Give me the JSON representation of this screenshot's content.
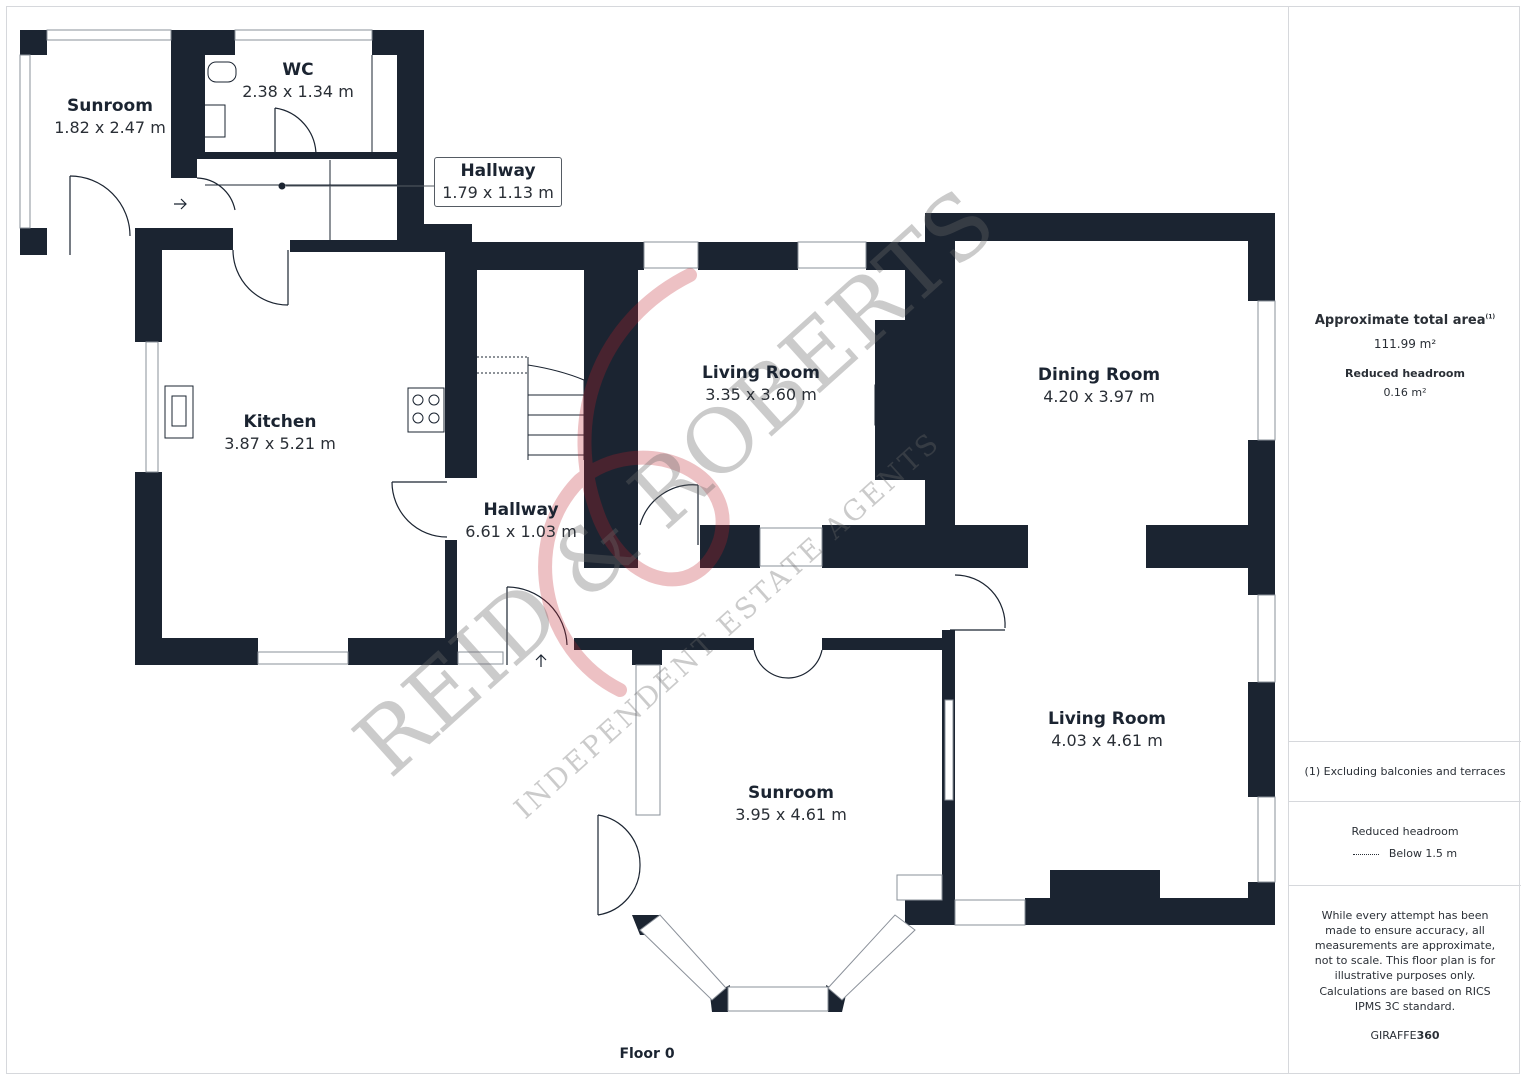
{
  "rooms": {
    "sunroom_small": {
      "name": "Sunroom",
      "dim": "1.82 x 2.47 m"
    },
    "wc": {
      "name": "WC",
      "dim": "2.38 x 1.34 m"
    },
    "hallway_small": {
      "name": "Hallway",
      "dim": "1.79 x 1.13 m"
    },
    "kitchen": {
      "name": "Kitchen",
      "dim": "3.87 x 5.21 m"
    },
    "living_room_1": {
      "name": "Living Room",
      "dim": "3.35 x 3.60 m"
    },
    "dining_room": {
      "name": "Dining Room",
      "dim": "4.20 x 3.97 m"
    },
    "hallway_main": {
      "name": "Hallway",
      "dim": "6.61 x 1.03 m"
    },
    "sunroom_large": {
      "name": "Sunroom",
      "dim": "3.95 x 4.61 m"
    },
    "living_room_2": {
      "name": "Living Room",
      "dim": "4.03 x 4.61 m"
    }
  },
  "floor_label": "Floor 0",
  "watermark": {
    "brand": "REID & ROBERTS",
    "tagline": "INDEPENDENT ESTATE AGENTS"
  },
  "side_panel": {
    "total_area_label": "Approximate total area",
    "total_area_sup": "(1)",
    "total_area_value": "111.99 m²",
    "reduced_headroom_label": "Reduced headroom",
    "reduced_headroom_value": "0.16 m²",
    "footnote": "(1) Excluding balconies and terraces",
    "legend_title": "Reduced headroom",
    "legend_item": "Below 1.5 m",
    "disclaimer": "While every attempt has been made to ensure accuracy, all measurements are approximate, not to scale. This floor plan is for illustrative purposes only.",
    "calculation_note": "Calculations are based on RICS IPMS 3C standard.",
    "brand_giraffe": "GIRAFFE",
    "brand_360": "360"
  },
  "colors": {
    "wall": "#1b2431",
    "window_line": "#8a9099",
    "watermark_red": "#c0202c",
    "watermark_gray": "#6a6a6a"
  }
}
